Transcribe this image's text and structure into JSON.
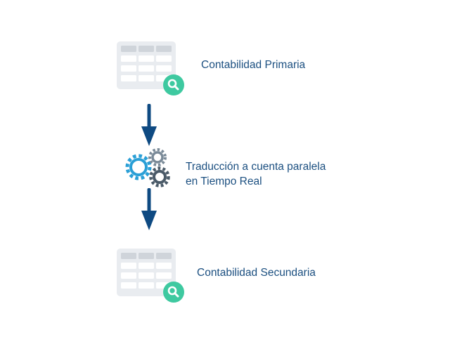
{
  "diagram": {
    "nodes": [
      {
        "id": "primary",
        "label": "Contabilidad Primaria",
        "icon": "table-search-icon"
      },
      {
        "id": "translation",
        "label_lines": [
          "Traducción a cuenta paralela",
          "en Tiempo Real"
        ],
        "icon": "gears-icon"
      },
      {
        "id": "secondary",
        "label": "Contabilidad Secundaria",
        "icon": "table-search-icon"
      }
    ],
    "edges": [
      {
        "from": "primary",
        "to": "translation"
      },
      {
        "from": "translation",
        "to": "secondary"
      }
    ]
  },
  "colors": {
    "label_text": "#1b4f80",
    "arrow": "#0e4a82",
    "table_body": "#e9ecf0",
    "table_header": "#cfd4da",
    "table_cell": "#ffffff",
    "search_badge": "#3ec9a0",
    "gear_blue": "#2a9fd6",
    "gear_grey": "#7a8a98",
    "gear_dark": "#4a5a68"
  }
}
